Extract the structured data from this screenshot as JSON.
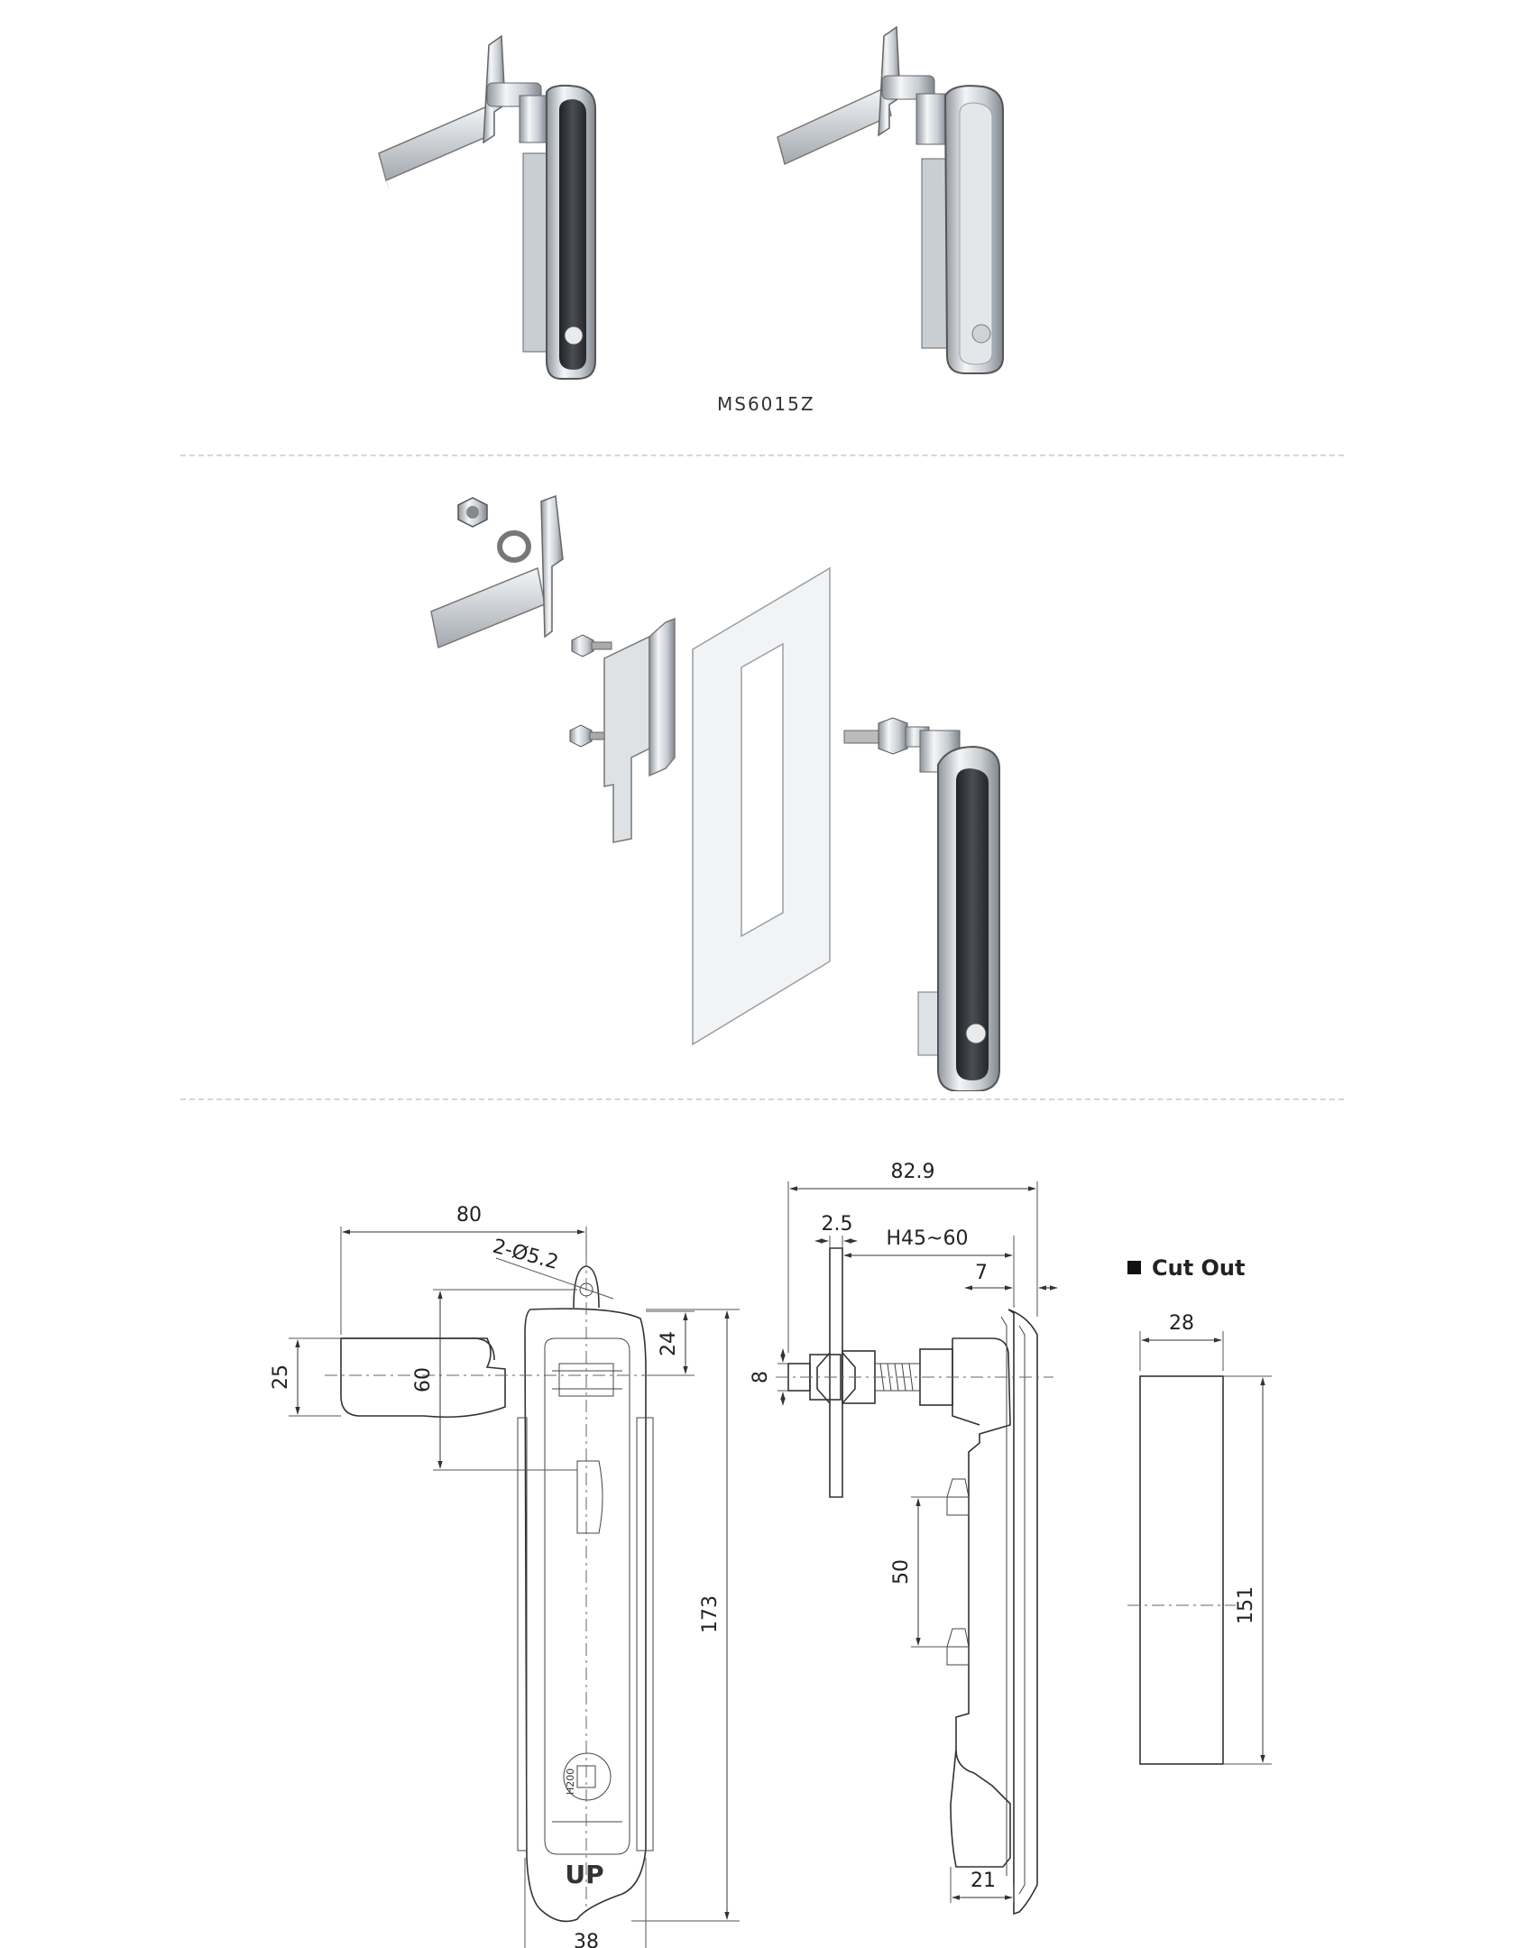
{
  "model_label": "MS6015Z",
  "cutout": {
    "title": "Cut Out",
    "width": "28",
    "height": "151"
  },
  "front_view": {
    "d_80": "80",
    "d_hole": "2-Ø5.2",
    "d_25": "25",
    "d_60": "60",
    "d_24": "24",
    "d_173": "173",
    "d_38": "38",
    "lock_text": "H200",
    "up_text": "UP"
  },
  "side_view": {
    "d_829": "82.9",
    "d_25": "2.5",
    "d_h": "H45~60",
    "d_7": "7",
    "d_8": "8",
    "d_50": "50",
    "d_21": "21"
  },
  "colors": {
    "chrome": "#d9dde2",
    "dark_insert": "#2d2f33",
    "line": "#333333",
    "dim": "#444444"
  }
}
